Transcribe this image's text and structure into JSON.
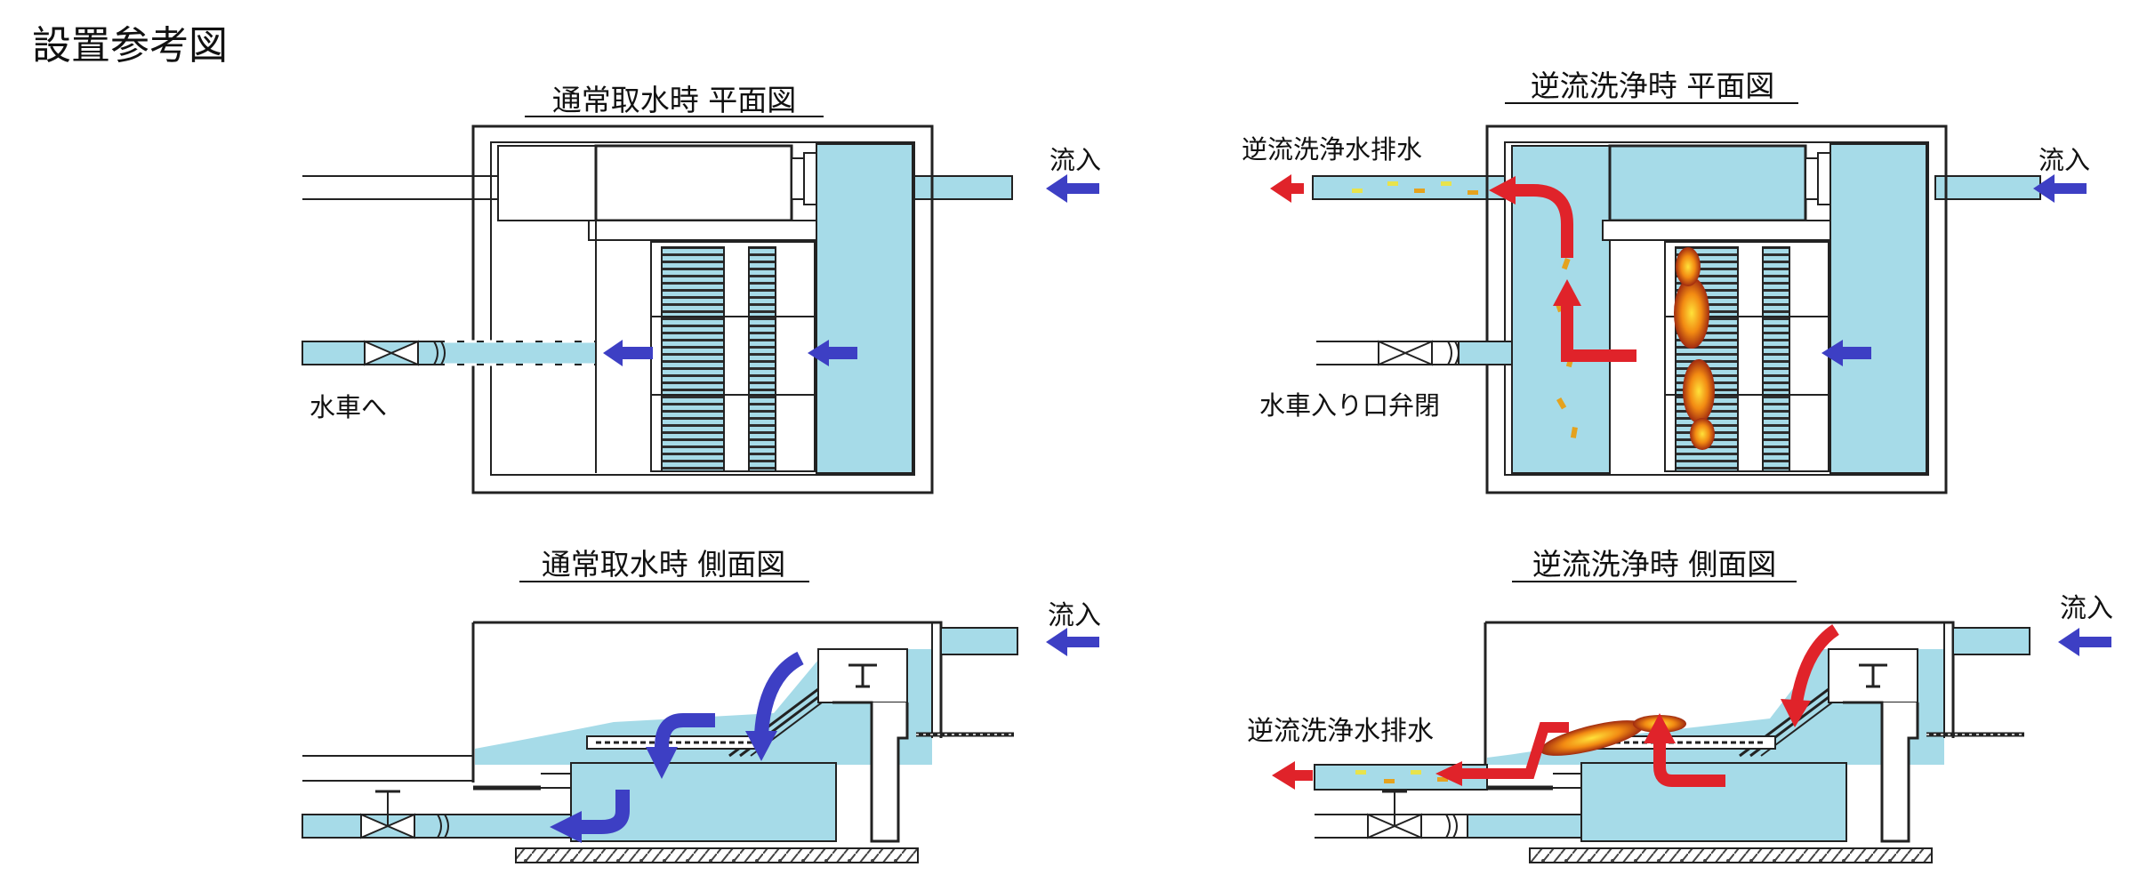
{
  "title": "設置参考図",
  "panels": {
    "normal_plan": {
      "title": "通常取水時 平面図",
      "inflow_label": "流入",
      "outlet_label": "水車へ"
    },
    "backwash_plan": {
      "title": "逆流洗浄時 平面図",
      "inflow_label": "流入",
      "drain_label": "逆流洗浄水排水",
      "valve_label": "水車入り口弁閉"
    },
    "normal_side": {
      "title": "通常取水時 側面図",
      "inflow_label": "流入"
    },
    "backwash_side": {
      "title": "逆流洗浄時 側面図",
      "inflow_label": "流入",
      "drain_label": "逆流洗浄水排水"
    }
  },
  "colors": {
    "water": "#a6dbe8",
    "flow_arrow": "#3d3fc4",
    "backwash_arrow": "#e0232a",
    "debris": "#e5a21e",
    "outline": "#222222"
  }
}
